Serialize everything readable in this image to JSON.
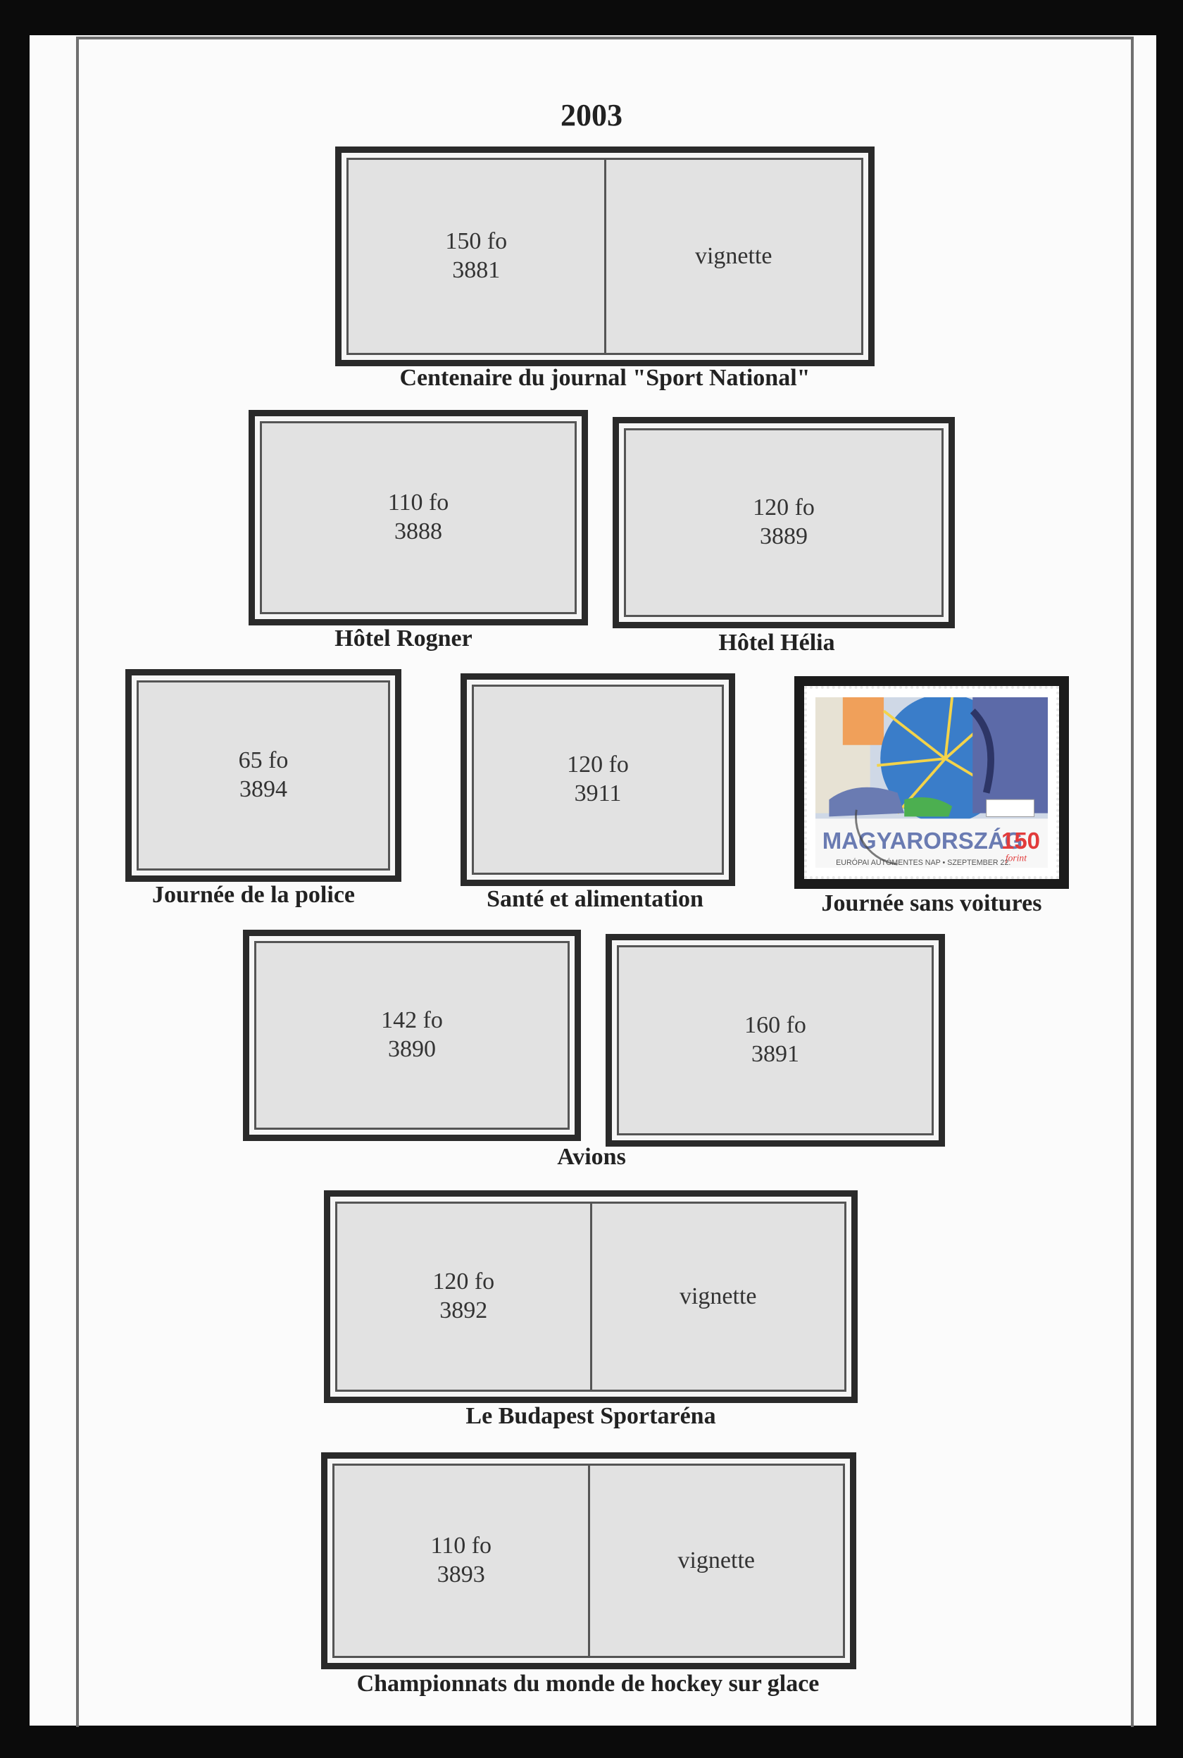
{
  "page": {
    "year": "2003"
  },
  "colors": {
    "sheet": "#fbfbfb",
    "box_fill": "#e2e2e2",
    "box_border": "#2a2a2a"
  },
  "sets": [
    {
      "caption": "Centenaire du journal \"Sport National\"",
      "cells": [
        {
          "value": "150 fo",
          "number": "3881"
        },
        {
          "value": "vignette",
          "number": ""
        }
      ]
    },
    {
      "caption": "Hôtel Rogner",
      "cells": [
        {
          "value": "110 fo",
          "number": "3888"
        }
      ]
    },
    {
      "caption": "Hôtel Hélia",
      "cells": [
        {
          "value": "120 fo",
          "number": "3889"
        }
      ]
    },
    {
      "caption": "Journée de la police",
      "cells": [
        {
          "value": "65 fo",
          "number": "3894"
        }
      ]
    },
    {
      "caption": "Santé et alimentation",
      "cells": [
        {
          "value": "120 fo",
          "number": "3911"
        }
      ]
    },
    {
      "caption": "Journée sans voitures",
      "stamp": {
        "country": "MAGYARORSZÁG",
        "value": "150",
        "unit": "forint",
        "subtitle": "EURÓPAI AUTÓMENTES NAP • SZEPTEMBER 22.",
        "icon": "stamp-image-bicycle-shoes"
      }
    },
    {
      "caption": "Avions",
      "cells": [
        {
          "value": "142 fo",
          "number": "3890"
        },
        {
          "value": "160 fo",
          "number": "3891"
        }
      ]
    },
    {
      "caption": "Le Budapest Sportaréna",
      "cells": [
        {
          "value": "120 fo",
          "number": "3892"
        },
        {
          "value": "vignette",
          "number": ""
        }
      ]
    },
    {
      "caption": "Championnats du monde de hockey sur glace",
      "cells": [
        {
          "value": "110 fo",
          "number": "3893"
        },
        {
          "value": "vignette",
          "number": ""
        }
      ]
    }
  ]
}
